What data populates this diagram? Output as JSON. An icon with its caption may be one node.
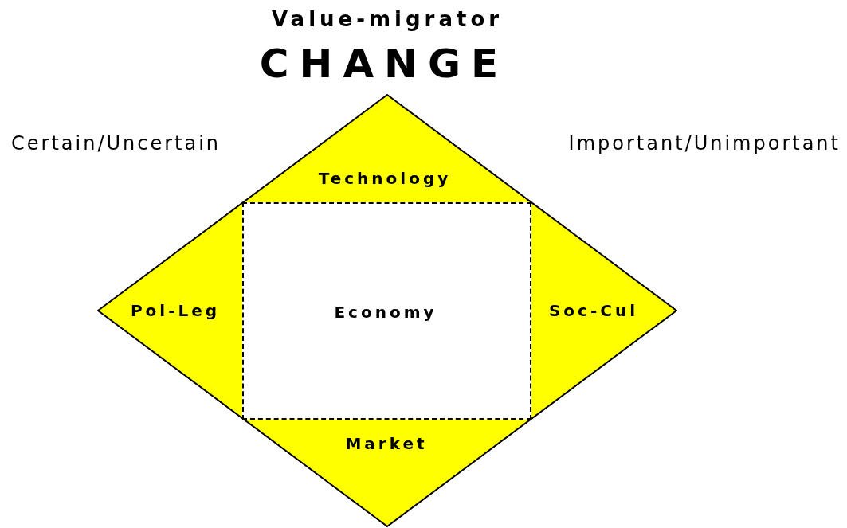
{
  "diagram": {
    "title": "Value-migrator",
    "nodes": [
      {
        "text": [
          "Technology",
          "Pol-Leg",
          "Soc-Cul",
          "Market"
        ]
      },
      {
        "text": [
          "Economy"
        ],
        "in": 0
      }
    ],
    "labels": [
      "CHANGE",
      "Certain/Uncertain",
      "Important/Unimportant"
    ]
  }
}
